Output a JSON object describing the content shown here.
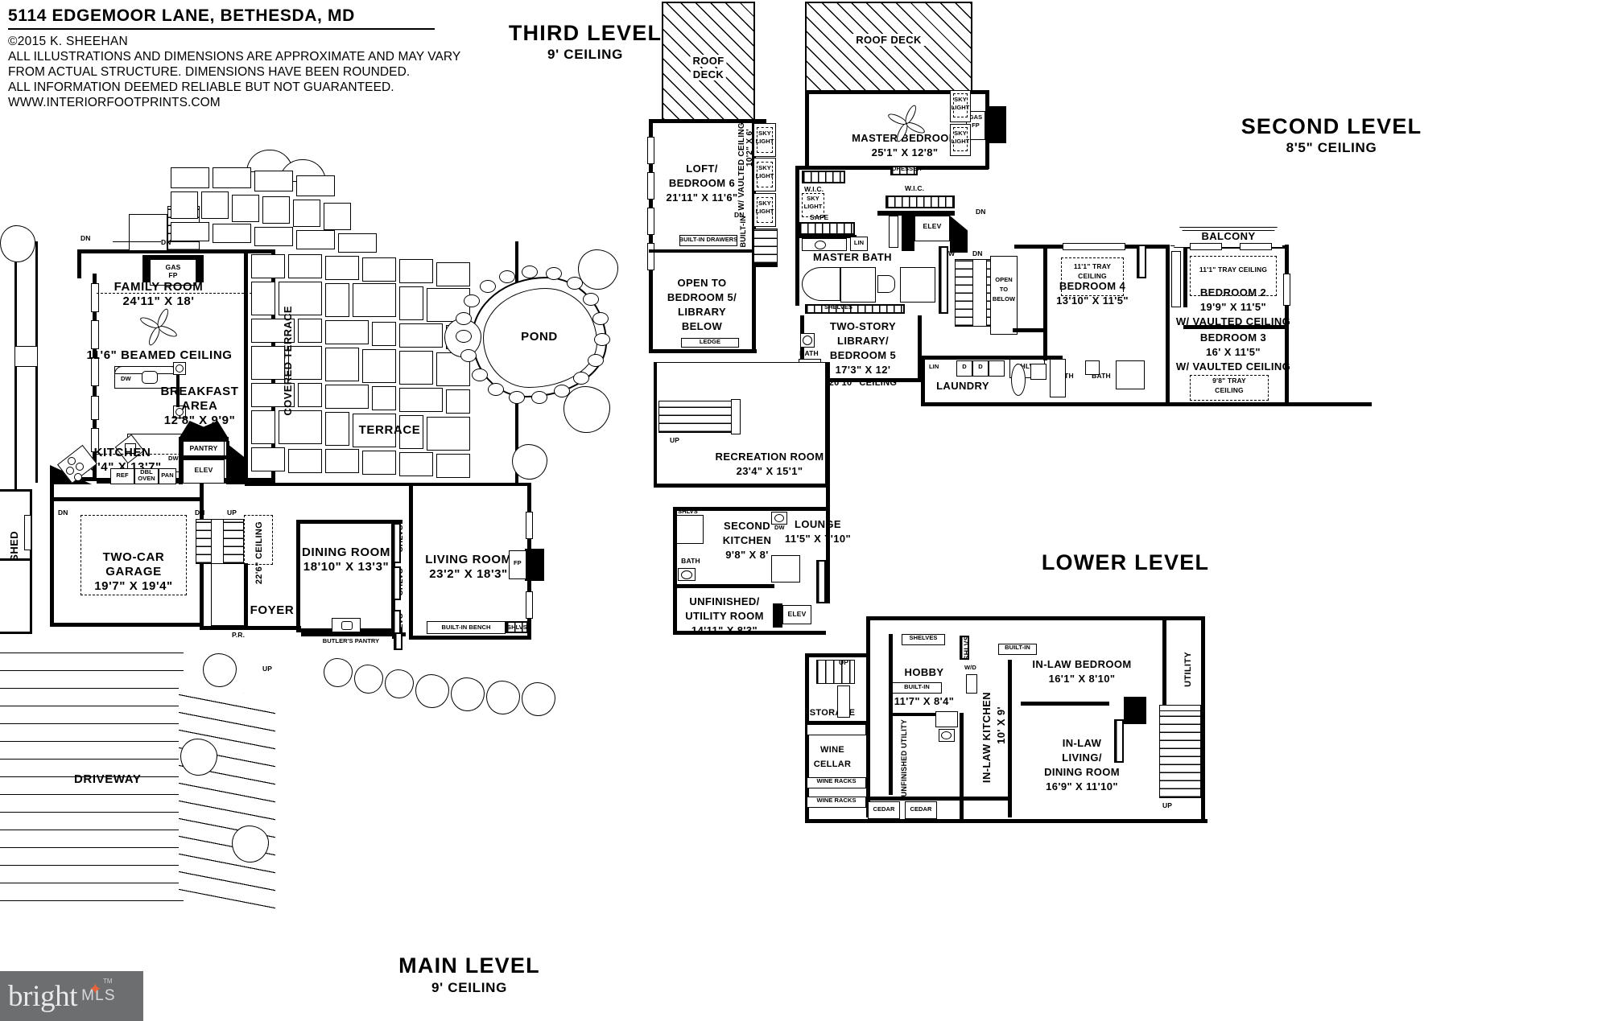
{
  "header": {
    "title": "5114 EDGEMOOR LANE, BETHESDA, MD",
    "copyright": "©2015 K. SHEEHAN",
    "disclaimer_lines": [
      "ALL ILLUSTRATIONS AND DIMENSIONS ARE APPROXIMATE AND MAY VARY",
      "FROM ACTUAL STRUCTURE. DIMENSIONS HAVE BEEN ROUNDED.",
      "ALL INFORMATION DEEMED RELIABLE BUT NOT GUARANTEED.",
      "WWW.INTERIORFOOTPRINTS.COM"
    ]
  },
  "levels": {
    "main": {
      "name": "MAIN LEVEL",
      "ceiling": "9' CEILING"
    },
    "second": {
      "name": "SECOND LEVEL",
      "ceiling": "8'5\" CEILING"
    },
    "third": {
      "name": "THIRD LEVEL",
      "ceiling": "9' CEILING"
    },
    "lower": {
      "name": "LOWER LEVEL",
      "ceiling": ""
    }
  },
  "main_level": {
    "rooms": [
      {
        "name": "FAMILY ROOM",
        "dims": "24'11\" X 18'"
      },
      {
        "name": "BREAKFAST\nAREA",
        "dims": "12'8\" X 9'9\""
      },
      {
        "name": "KITCHEN",
        "dims": "15'4\" X 13'7\""
      },
      {
        "name": "TWO-CAR\nGARAGE",
        "dims": "19'7\" X 19'4\""
      },
      {
        "name": "DINING ROOM",
        "dims": "18'10\" X 13'3\""
      },
      {
        "name": "LIVING ROOM",
        "dims": "23'2\" X 18'3\""
      },
      {
        "name": "FOYER",
        "dims": ""
      },
      {
        "name": "TERRACE",
        "dims": ""
      },
      {
        "name": "COVERED TERRACE",
        "dims": ""
      },
      {
        "name": "POND",
        "dims": ""
      },
      {
        "name": "DRIVEWAY",
        "dims": ""
      },
      {
        "name": "SHED",
        "dims": ""
      }
    ],
    "notes": [
      "11'6\" BEAMED CEILING",
      "22'6\" CEILING"
    ],
    "labels": [
      "GAS\nFP",
      "PANTRY",
      "ELEV",
      "REF",
      "DBL\nOVEN",
      "PAN",
      "DW",
      "P.R.",
      "BUTLER'S PANTRY",
      "SHLVS",
      "BUILT-IN BENCH",
      "FP",
      "WINE",
      "DN",
      "UP"
    ]
  },
  "second_level": {
    "rooms": [
      {
        "name": "MASTER BEDROOM",
        "dims": "25'1\" X 12'8\""
      },
      {
        "name": "MASTER BATH",
        "dims": ""
      },
      {
        "name": "TWO-STORY\nLIBRARY/\nBEDROOM 5",
        "dims": "17'3\" X 12'",
        "note": "20'10\" CEILING"
      },
      {
        "name": "BEDROOM 4",
        "dims": "13'10\" X 11'5\"",
        "note": "11'1\" TRAY\nCEILING"
      },
      {
        "name": "BEDROOM 2",
        "dims": "19'9\" X 11'5\"",
        "note2": "W/ VAULTED CEILING",
        "note": "11'1\" TRAY CEILING"
      },
      {
        "name": "BEDROOM 3",
        "dims": "16' X 11'5\"",
        "note2": "W/ VAULTED CEILING",
        "note": "9'8\" TRAY\nCEILING"
      },
      {
        "name": "LAUNDRY",
        "dims": ""
      },
      {
        "name": "BALCONY",
        "dims": ""
      }
    ],
    "labels": [
      "W.I.C.",
      "W.I.C.",
      "SKY\nLIGHT",
      "SAFE",
      "LIN",
      "LINEN",
      "DRESSER",
      "ELEV",
      "SHELVES",
      "SHLVS",
      "BATH",
      "BATH",
      "BATH",
      "GAS\nFP",
      "OPEN\nTO\nBELOW",
      "UP",
      "DN",
      "W",
      "D"
    ]
  },
  "third_level": {
    "rooms": [
      {
        "name": "LOFT/\nBEDROOM 6",
        "dims": "21'11\" X 11'6\""
      },
      {
        "name": "OPEN TO\nBEDROOM 5/\nLIBRARY\nBELOW",
        "dims": ""
      },
      {
        "name": "ROOF\nDECK",
        "dims": ""
      },
      {
        "name": "ROOF DECK",
        "dims": ""
      }
    ],
    "labels": [
      "W/ VAULTED CEILING",
      "10'2\" X 6'",
      "SKY\nLIGHT",
      "SKY\nLIGHT",
      "SKY\nLIGHT",
      "SKY\nLIGHT",
      "BUILT-IN DRAWERS",
      "BUILT-IN",
      "LEDGE",
      "DN",
      "GAS\nFP"
    ]
  },
  "lower_level": {
    "rooms": [
      {
        "name": "RECREATION ROOM",
        "dims": "23'4\" X 15'1\""
      },
      {
        "name": "SECOND\nKITCHEN",
        "dims": "9'8\" X 8'"
      },
      {
        "name": "LOUNGE",
        "dims": "11'5\" X 7'10\""
      },
      {
        "name": "UNFINISHED/\nUTILITY ROOM",
        "dims": "14'11\" X 8'3\""
      },
      {
        "name": "HOBBY\nROOM",
        "dims": "11'7\" X 8'4\""
      },
      {
        "name": "IN-LAW KITCHEN",
        "dims": "10' X 9'"
      },
      {
        "name": "IN-LAW BEDROOM",
        "dims": "16'1\" X 8'10\""
      },
      {
        "name": "IN-LAW\nLIVING/\nDINING ROOM",
        "dims": "16'9\" X 11'10\""
      },
      {
        "name": "WINE\nCELLAR",
        "dims": ""
      },
      {
        "name": "STORAGE",
        "dims": ""
      },
      {
        "name": "UNFINISHED\nUTILITY",
        "dims": ""
      }
    ],
    "labels": [
      "BATH",
      "BATH",
      "SHLVS",
      "SHLVS",
      "SHELVES",
      "SHELVES",
      "ELEV",
      "BUILT-IN",
      "BUILT-IN",
      "W/D",
      "WINE RACKS",
      "WINE RACKS",
      "CEDAR",
      "CEDAR",
      "UTILITY",
      "DW",
      "UP",
      "UP",
      "UP"
    ]
  },
  "logo": {
    "brand": "bright",
    "sub": "MLS",
    "tm": "TM"
  }
}
